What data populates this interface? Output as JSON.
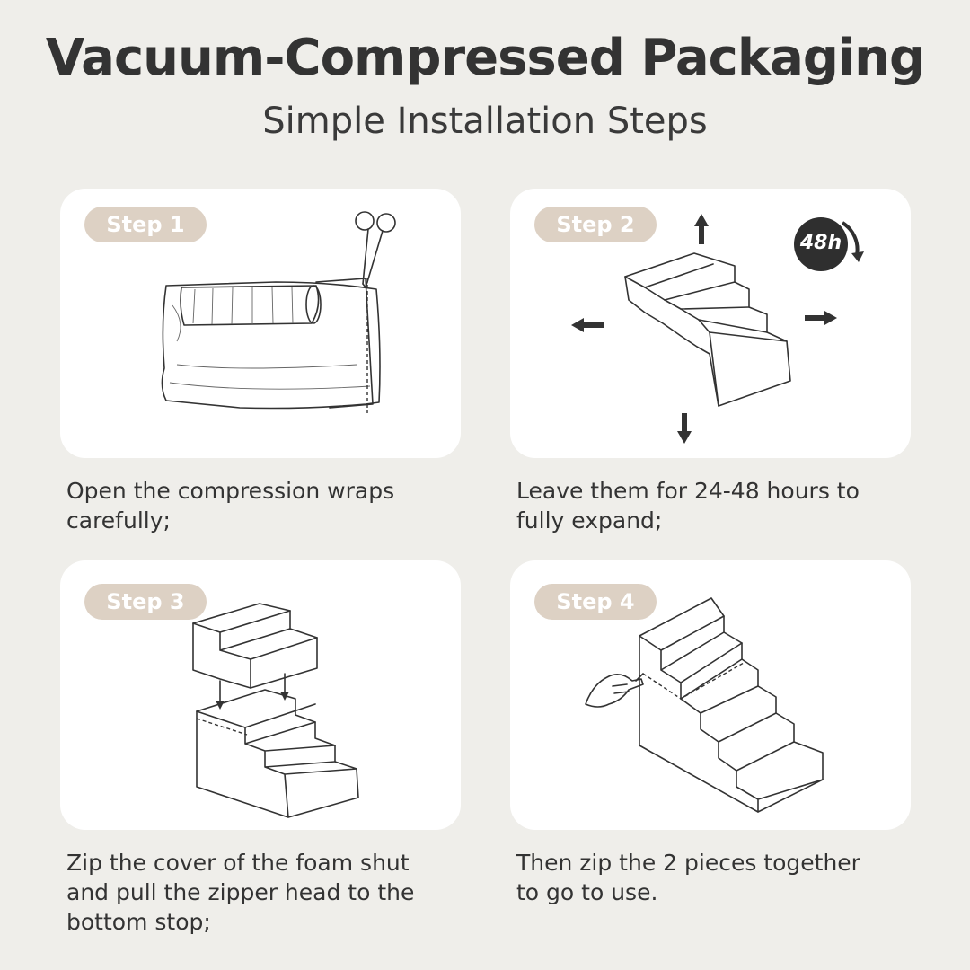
{
  "header": {
    "title": "Vacuum-Compressed Packaging",
    "subtitle": "Simple Installation Steps"
  },
  "steps": [
    {
      "badge": "Step 1",
      "caption_line1": "Open the compression wraps",
      "caption_line2": "carefully;",
      "caption_line3": ""
    },
    {
      "badge": "Step 2",
      "caption_line1": "Leave them for 24-48 hours to",
      "caption_line2": "fully expand;",
      "caption_line3": "",
      "timer_label": "48h"
    },
    {
      "badge": "Step 3",
      "caption_line1": "Zip the cover of the foam shut",
      "caption_line2": "and pull the zipper head to the",
      "caption_line3": "bottom stop;"
    },
    {
      "badge": "Step 4",
      "caption_line1": "Then zip the 2 pieces together",
      "caption_line2": "to go to use.",
      "caption_line3": ""
    }
  ],
  "icons": [
    "scissors-icon",
    "timer-48h-icon",
    "arrow-up-icon",
    "arrow-down-icon",
    "arrow-left-icon",
    "arrow-right-icon",
    "hand-icon"
  ],
  "colors": {
    "background": "#efeeea",
    "card": "#ffffff",
    "badge": "#ddd1c4",
    "text": "#333333"
  }
}
